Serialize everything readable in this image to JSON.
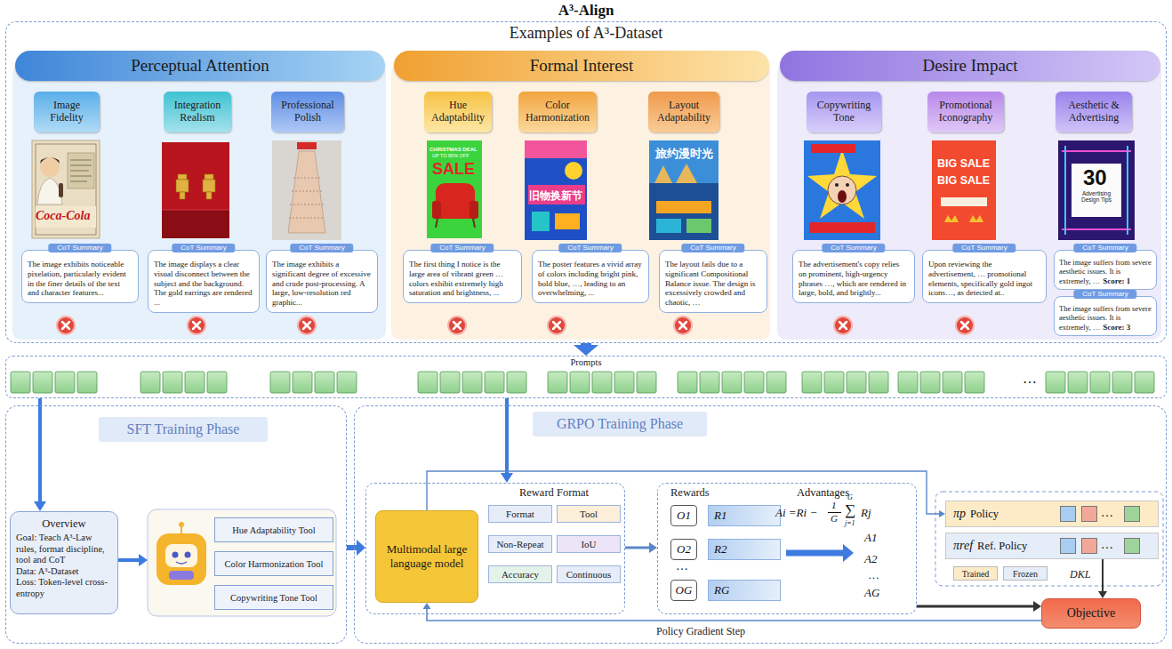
{
  "diagram": {
    "title": "A³-Align",
    "nodes": [
      {
        "text": [
          "Examples of A³-Dataset"
        ]
      },
      {
        "text": [
          "Perceptual Attention"
        ],
        "in": 0
      },
      {
        "text": [
          "Image Fidelity"
        ],
        "in": 1
      },
      {
        "text": [
          "Integration Realism"
        ],
        "in": 1
      },
      {
        "text": [
          "Professional Polish"
        ],
        "in": 1
      },
      {
        "text": [
          "CoT Summary",
          "The image exhibits noticeable pixelation, particularly evident in the finer details of the text and character features..."
        ],
        "in": 1
      },
      {
        "text": [
          "CoT Summary",
          "The image displays a clear visual disconnect between the subject and the background. The gold earrings are rendered ..."
        ],
        "in": 1
      },
      {
        "text": [
          "CoT Summary",
          "The image exhibits a significant degree of excessive and crude post-processing. A large, low-resolution red graphic..."
        ],
        "in": 1
      },
      {
        "text": [
          "Formal Interest"
        ],
        "in": 0
      },
      {
        "text": [
          "Hue Adaptability"
        ],
        "in": 8
      },
      {
        "text": [
          "Color Harmonization"
        ],
        "in": 8
      },
      {
        "text": [
          "Layout Adaptability"
        ],
        "in": 8
      },
      {
        "text": [
          "CoT Summary",
          "The first thing I notice is the large area of vibrant green … colors exhibit extremely high saturation and brightness, ..."
        ],
        "in": 8
      },
      {
        "text": [
          "CoT Summary",
          "The poster features a vivid array of colors including bright pink, bold blue, …, leading to an overwhelming, ..."
        ],
        "in": 8
      },
      {
        "text": [
          "CoT Summary",
          "The layout fails due to a significant Compositional Balance issue. The design is excessively crowded and chaotic, …"
        ],
        "in": 8
      },
      {
        "text": [
          "Desire Impact"
        ],
        "in": 0
      },
      {
        "text": [
          "Copywriting Tone"
        ],
        "in": 15
      },
      {
        "text": [
          "Promotional Iconography"
        ],
        "in": 15
      },
      {
        "text": [
          "Aesthetic & Advertising"
        ],
        "in": 15
      },
      {
        "text": [
          "CoT Summary",
          "The advertisement's copy relies on prominent, high-urgency phrases …, which are rendered in large, bold, and brightly..."
        ],
        "in": 15
      },
      {
        "text": [
          "CoT Summary",
          "Upon reviewing the advertisement, … promotional elements, specifically gold ingot icons…, as detected at.."
        ],
        "in": 15
      },
      {
        "text": [
          "CoT Summary",
          "The image suffers from severe aesthetic issues. It is extremely, …",
          "Score: 1"
        ],
        "in": 15
      },
      {
        "text": [
          "CoT Summary",
          "The image suffers from severe aesthetic issues. It is extremely, …",
          "Score: 3"
        ],
        "in": 15
      },
      {
        "text": [
          "Prompts"
        ]
      },
      {
        "text": [
          "SFT Training Phase"
        ]
      },
      {
        "text": [
          "Overview",
          "Goal: Teach A³-Law rules, format discipline, tool and CoT",
          "Data: A³-Dataset",
          "Loss: Token-level cross-entropy"
        ],
        "in": 24
      },
      {
        "text": [
          "Hue Adaptability Tool"
        ],
        "in": 24
      },
      {
        "text": [
          "Color Harmonization Tool"
        ],
        "in": 24
      },
      {
        "text": [
          "Copywriting Tone Tool"
        ],
        "in": 24
      },
      {
        "text": [
          "GRPO Training Phase"
        ]
      },
      {
        "text": [
          "Reward Format"
        ],
        "in": 29
      },
      {
        "text": [
          "Multimodal large language model"
        ],
        "in": 30
      },
      {
        "text": [
          "Format"
        ],
        "in": 30
      },
      {
        "text": [
          "Tool"
        ],
        "in": 30
      },
      {
        "text": [
          "Non-Repeat"
        ],
        "in": 30
      },
      {
        "text": [
          "IoU"
        ],
        "in": 30
      },
      {
        "text": [
          "Accuracy"
        ],
        "in": 30
      },
      {
        "text": [
          "Continuous"
        ],
        "in": 30
      },
      {
        "text": [
          "Rewards"
        ],
        "in": 29
      },
      {
        "text": [
          "O1"
        ],
        "in": 38
      },
      {
        "text": [
          "R1"
        ],
        "in": 38
      },
      {
        "text": [
          "O2"
        ],
        "in": 38
      },
      {
        "text": [
          "R2"
        ],
        "in": 38
      },
      {
        "text": [
          "OG"
        ],
        "in": 38
      },
      {
        "text": [
          "RG"
        ],
        "in": 38
      },
      {
        "text": [
          "πp",
          "Policy"
        ],
        "in": 29
      },
      {
        "text": [
          "πref",
          "Ref. Policy"
        ],
        "in": 29
      },
      {
        "text": [
          "Objective"
        ],
        "in": 29
      }
    ],
    "edges": [
      {
        "from": 0,
        "to": 23,
        "arrow": "to"
      },
      {
        "from": 23,
        "to": 25,
        "arrow": "to"
      },
      {
        "from": 23,
        "to": 30,
        "arrow": "to"
      },
      {
        "from": 24,
        "to": 30,
        "arrow": "to"
      },
      {
        "from": 30,
        "to": 38,
        "arrow": "to"
      },
      {
        "from": 38,
        "to": 47,
        "arrow": "to"
      },
      {
        "from": 31,
        "to": 45,
        "arrow": "to"
      },
      {
        "from": 46,
        "to": 47,
        "arrow": "to",
        "label": "DKL"
      },
      {
        "from": 47,
        "to": 31,
        "arrow": "to",
        "label": "Policy Gradient Step"
      }
    ],
    "labels": [
      "Coca-Cola",
      "CHRISTMAS DEAL",
      "UP TO 80% OFF",
      "SALE",
      "旧物换新节",
      "旅约漫时光",
      "BIG SALE",
      "BIG SALE",
      "30",
      "Advertising Design Tips",
      "…",
      "…",
      "Advantages",
      "Ai =Ri −",
      "1",
      "G",
      "∑",
      "G",
      "j=1",
      "Rj",
      "A1",
      "A2",
      "…",
      "AG",
      "…",
      "…"
    ],
    "legend": [
      {
        "text": "Trained",
        "color": "#fdebc8"
      },
      {
        "text": "Frozen",
        "color": "#e4edf8"
      }
    ]
  }
}
